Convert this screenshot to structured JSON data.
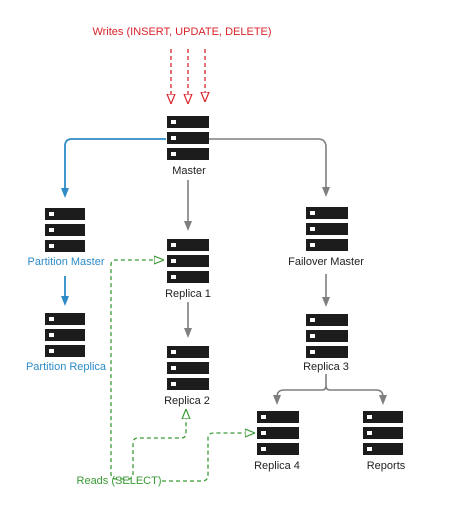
{
  "title": "Writes (INSERT, UPDATE, DELETE)",
  "reads_label": "Reads (SELECT)",
  "colors": {
    "write": "#d9232b",
    "read": "#3a9a35",
    "partition": "#2e8bc8",
    "arrow": "#7f7f7f",
    "server": "#1c1c1c",
    "text": "#222222"
  },
  "nodes": {
    "master": "Master",
    "partition_master": "Partition Master",
    "partition_replica": "Partition Replica",
    "replica1": "Replica 1",
    "replica2": "Replica 2",
    "failover_master": "Failover Master",
    "replica3": "Replica 3",
    "replica4": "Replica 4",
    "reports": "Reports"
  }
}
